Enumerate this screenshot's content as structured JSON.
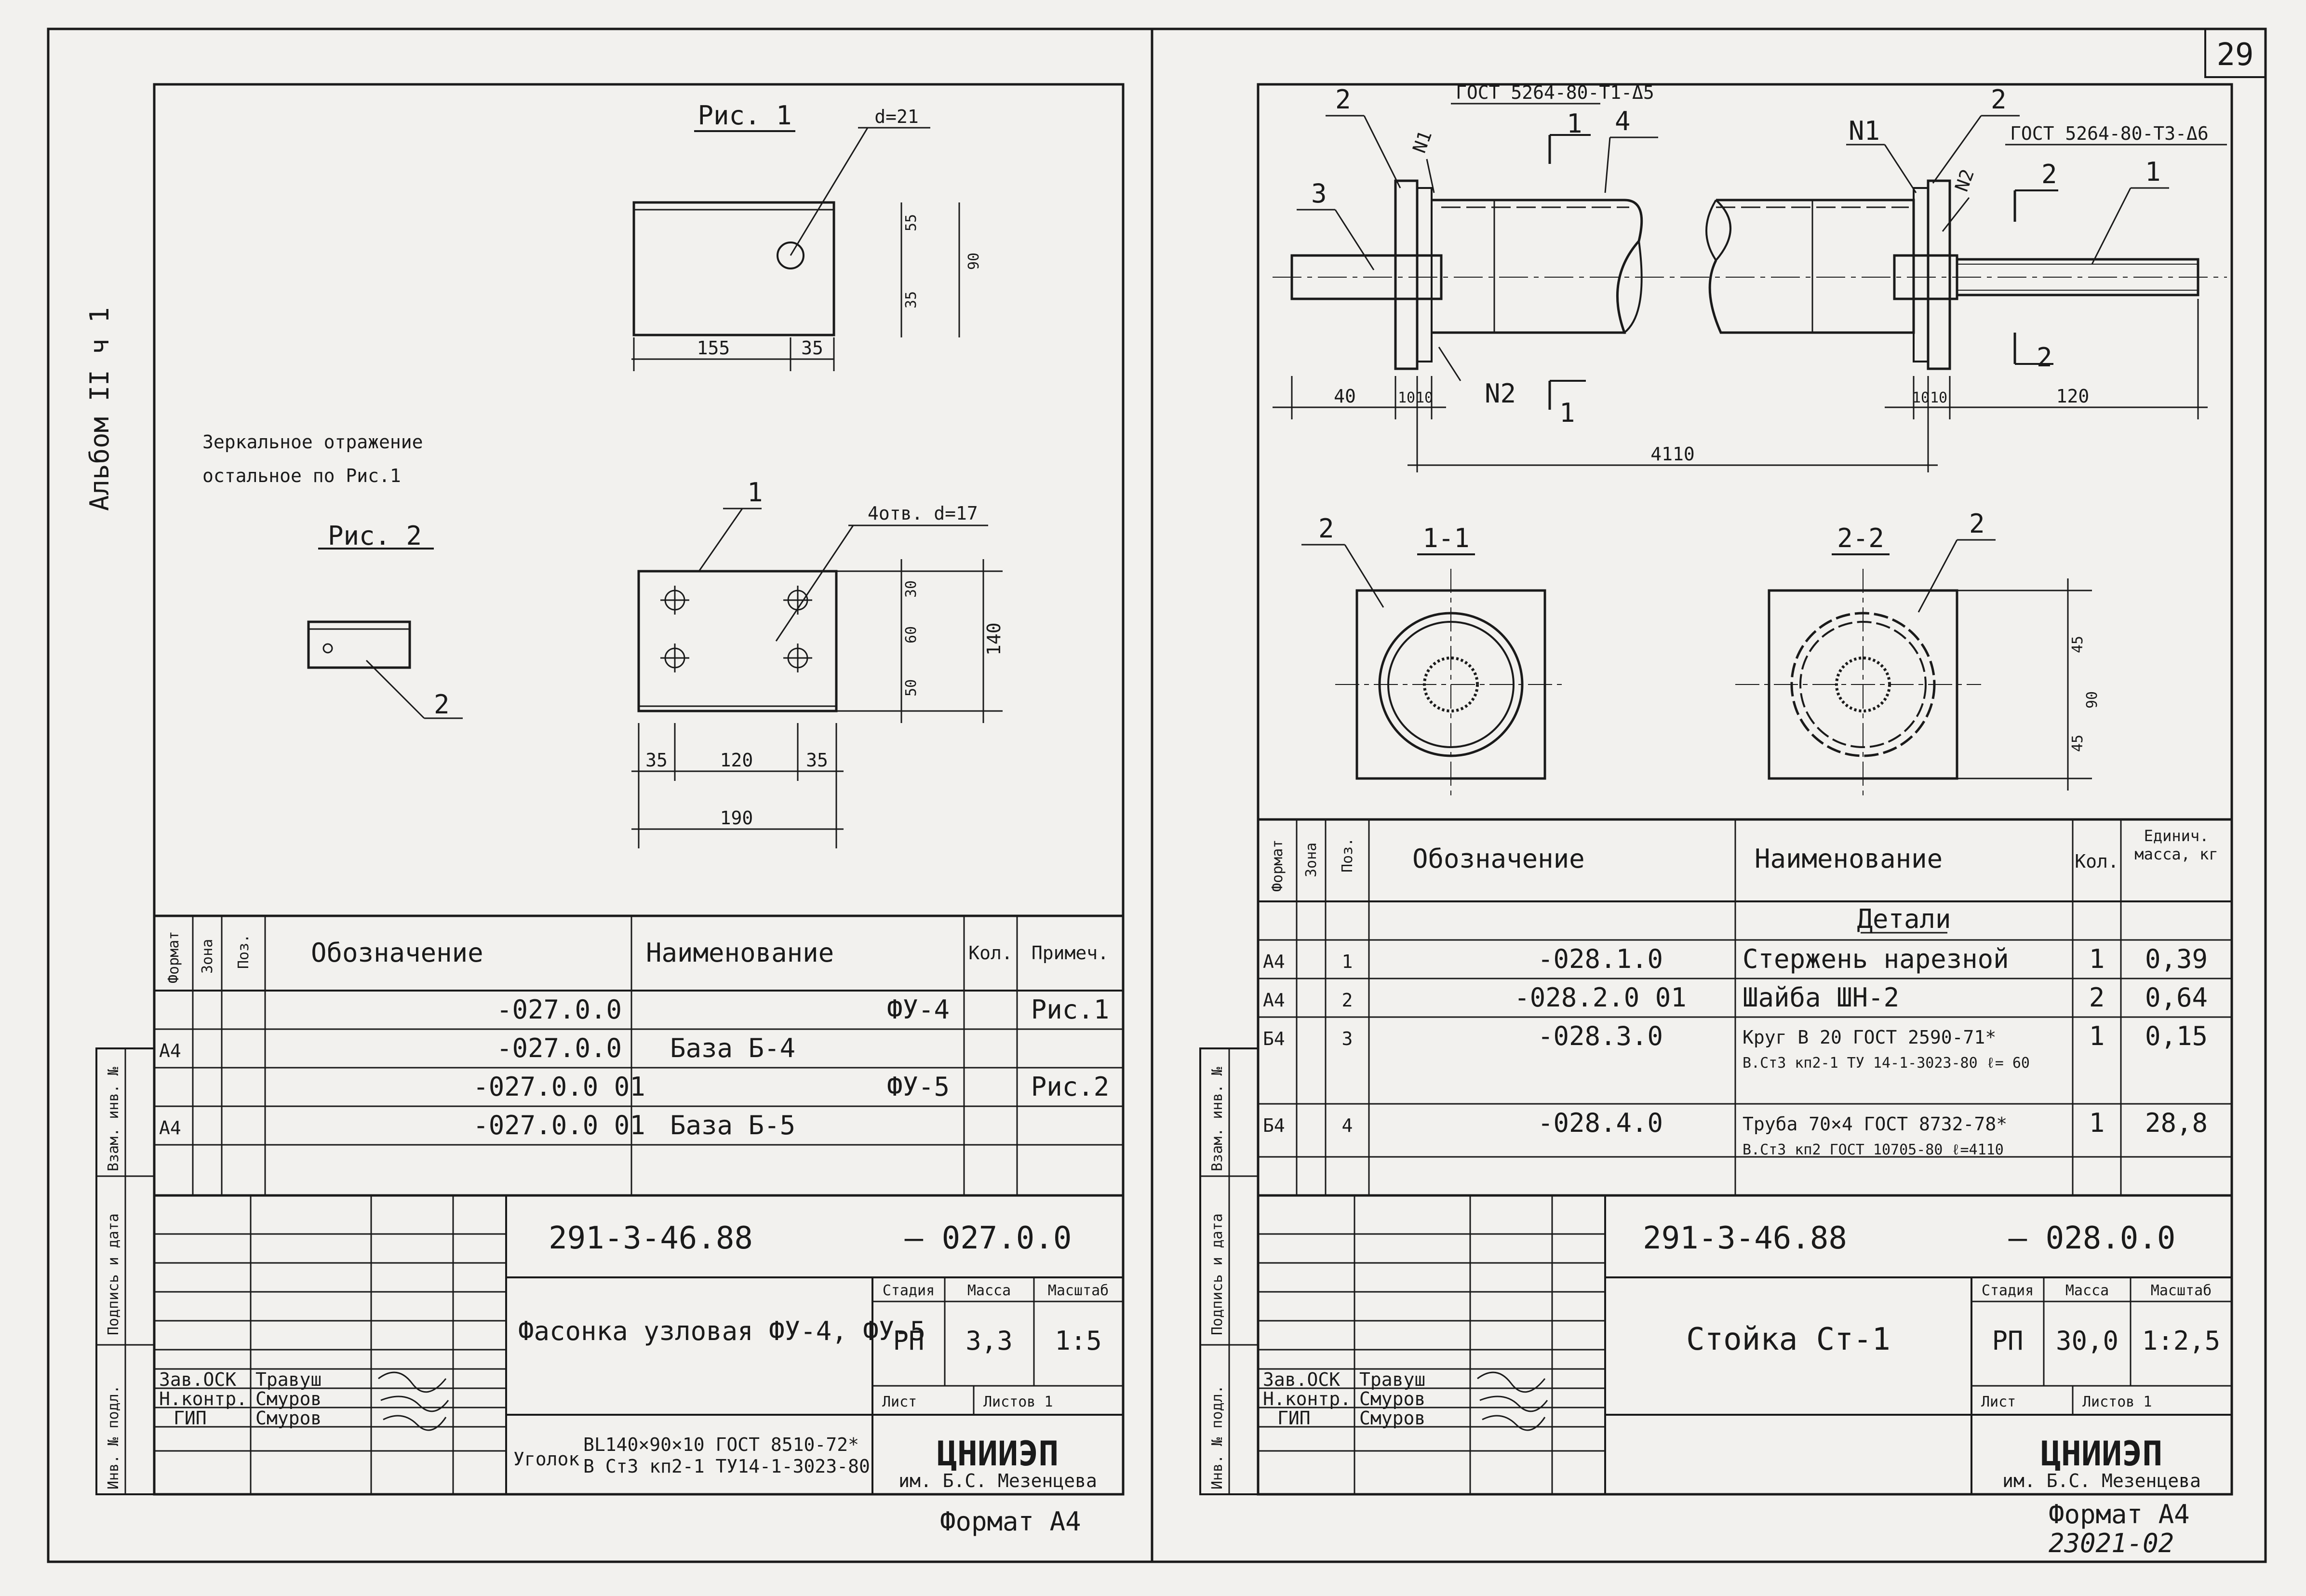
{
  "page_number": "29",
  "album_label": "Альбом ІІ ч 1",
  "footer_doc_number": "23021-02",
  "left": {
    "fig1": {
      "title": "Рис. 1",
      "hole": "d=21",
      "dims": [
        "55",
        "35",
        "90",
        "155",
        "35"
      ]
    },
    "fig2": {
      "title": "Рис. 2",
      "note_line1": "Зеркальное отражение",
      "note_line2": "остальное по Рис.1",
      "callout": "2"
    },
    "plate": {
      "callout": "1",
      "holes": "4отв. d=17",
      "dims": [
        "30",
        "60",
        "50",
        "140",
        "35",
        "120",
        "35",
        "190"
      ]
    },
    "spec_headers": [
      "Формат",
      "Зона",
      "Поз.",
      "Обозначение",
      "Наименование",
      "Кол.",
      "Примеч."
    ],
    "spec_rows": [
      {
        "format": "",
        "designation": "-027.0.0",
        "name": "ФУ-4",
        "qty": "",
        "note": "Рис.1"
      },
      {
        "format": "А4",
        "designation": "-027.0.0",
        "name": "База Б-4",
        "qty": "",
        "note": ""
      },
      {
        "format": "",
        "designation": "-027.0.0  01",
        "name": "ФУ-5",
        "qty": "",
        "note": "Рис.2"
      },
      {
        "format": "А4",
        "designation": "-027.0.0  01",
        "name": "База Б-5",
        "qty": "",
        "note": ""
      }
    ],
    "side_stamps": [
      "Взам. инв. №",
      "Подпись и дата",
      "Инв. № подл."
    ],
    "title_block": {
      "project": "291-3-46.88",
      "doc": "— 027.0.0",
      "title": "Фасонка узловая ФУ-4, ФУ-5",
      "material_label": "Уголок",
      "material_line1": "BL140×90×10 ГОСТ 8510-72*",
      "material_line2": "В Ст3 кп2-1 ТУ14-1-3023-80",
      "stage_h": "Стадия",
      "mass_h": "Масса",
      "scale_h": "Масштаб",
      "stage": "РП",
      "mass": "3,3",
      "scale": "1:5",
      "sheet_h": "Лист",
      "sheets_h": "Листов 1",
      "org": "ЦНИИЭП",
      "org_sub": "им. Б.С. Мезенцева",
      "people": [
        [
          "Зав.ОСК",
          "Травуш"
        ],
        [
          "Н.контр.",
          "Смуров"
        ],
        [
          "ГИП",
          "Смуров"
        ]
      ]
    },
    "format": "Формат А4"
  },
  "right": {
    "elevation": {
      "gost1": "ГОСТ 5264-80-Т1-Δ5",
      "gost2": "ГОСТ 5264-80-Т3-Δ6",
      "callouts": [
        "2",
        "N1",
        "3",
        "1",
        "4",
        "N1",
        "2",
        "N2",
        "2",
        "1",
        "N2"
      ],
      "section_marks": [
        "1",
        "1",
        "2",
        "2"
      ],
      "dims": [
        "40",
        "10",
        "10",
        "10",
        "10",
        "120",
        "4110"
      ]
    },
    "sections": {
      "s1": "1-1",
      "s2": "2-2",
      "c1": "2",
      "c2": "2",
      "dims": [
        "45",
        "90",
        "45"
      ]
    },
    "spec_headers": [
      "Формат",
      "Зона",
      "Поз.",
      "Обозначение",
      "Наименование",
      "Кол.",
      "Единич. масса, кг"
    ],
    "spec_group": "Детали",
    "spec_rows": [
      {
        "format": "А4",
        "pos": "1",
        "designation": "-028.1.0",
        "name": "Стержень нарезной",
        "name2": "",
        "qty": "1",
        "mass": "0,39"
      },
      {
        "format": "А4",
        "pos": "2",
        "designation": "-028.2.0  01",
        "name": "Шайба ШН-2",
        "name2": "",
        "qty": "2",
        "mass": "0,64"
      },
      {
        "format": "Б4",
        "pos": "3",
        "designation": "-028.3.0",
        "name": "Круг  В 20 ГОСТ 2590-71*",
        "name2": "В.Ст3 кп2-1 ТУ 14-1-3023-80   ℓ= 60",
        "qty": "1",
        "mass": "0,15"
      },
      {
        "format": "Б4",
        "pos": "4",
        "designation": "-028.4.0",
        "name": "Труба  70×4 ГОСТ 8732-78*",
        "name2": "В.Ст3 кп2 ГОСТ 10705-80   ℓ=4110",
        "qty": "1",
        "mass": "28,8"
      }
    ],
    "title_block": {
      "project": "291-3-46.88",
      "doc": "— 028.0.0",
      "title": "Стойка Ст-1",
      "stage_h": "Стадия",
      "mass_h": "Масса",
      "scale_h": "Масштаб",
      "stage": "РП",
      "mass": "30,0",
      "scale": "1:2,5",
      "sheet_h": "Лист",
      "sheets_h": "Листов 1",
      "org": "ЦНИИЭП",
      "org_sub": "им. Б.С. Мезенцева",
      "people": [
        [
          "Зав.ОСК",
          "Травуш"
        ],
        [
          "Н.контр.",
          "Смуров"
        ],
        [
          "ГИП",
          "Смуров"
        ]
      ]
    },
    "format": "Формат А4"
  }
}
